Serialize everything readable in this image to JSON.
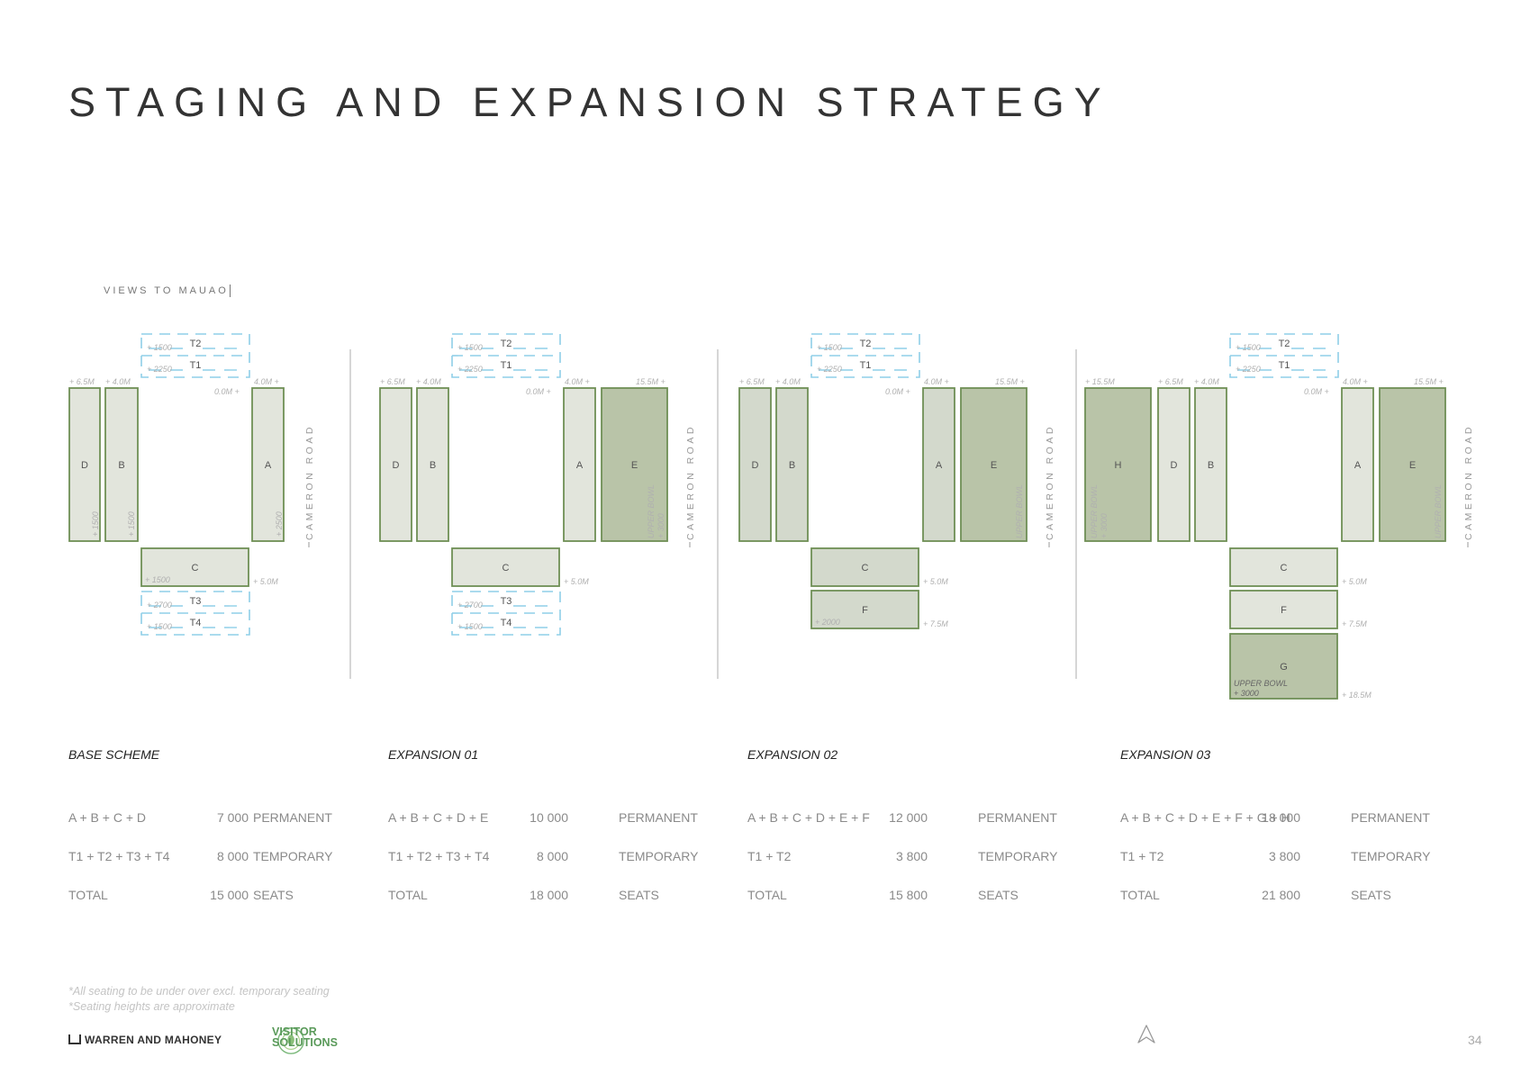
{
  "page": {
    "title": "STAGING AND EXPANSION STRATEGY",
    "views_label": "VIEWS TO MAUAO",
    "road_label": "CAMERON ROAD",
    "page_number": "34"
  },
  "colors": {
    "stand_border": "#6f8f55",
    "stand_fill_permanent": "#e2e5dc",
    "stand_fill_shaded": "#d3d9cc",
    "stand_fill_upper_bowl": "#b9c4a8",
    "temporary_dashed": "#8fcfe8",
    "divider": "#c8c8c8"
  },
  "diagrams": [
    {
      "labels": {
        "D": "D",
        "B": "B",
        "A": "A",
        "C": "C",
        "T1": "T1",
        "T2": "T2",
        "T3": "T3",
        "T4": "T4",
        "T2_seats": "+ 1500",
        "T1_seats": "+ 2250",
        "T3_seats": "+ 2700",
        "T4_seats": "+ 1500",
        "D_seats": "+ 1500",
        "B_seats": "+ 1500",
        "A_seats": "+ 2500",
        "C_seats": "+ 1500",
        "D_height": "+ 6.5M",
        "B_height": "+ 4.0M",
        "A_height": "4.0M +",
        "A_ground": "0.0M +",
        "C_height": "+ 5.0M"
      }
    },
    {
      "labels": {
        "D": "D",
        "B": "B",
        "A": "A",
        "E": "E",
        "C": "C",
        "T1": "T1",
        "T2": "T2",
        "T3": "T3",
        "T4": "T4",
        "T2_seats": "+ 1500",
        "T1_seats": "+ 2250",
        "T3_seats": "+ 2700",
        "T4_seats": "+ 1500",
        "E_sub": "UPPER BOWL",
        "E_seats": "+ 3000",
        "D_height": "+ 6.5M",
        "B_height": "+ 4.0M",
        "A_height": "4.0M +",
        "A_ground": "0.0M +",
        "E_height": "15.5M +",
        "C_height": "+ 5.0M"
      }
    },
    {
      "labels": {
        "D": "D",
        "B": "B",
        "A": "A",
        "E": "E",
        "C": "C",
        "F": "F",
        "T1": "T1",
        "T2": "T2",
        "T2_seats": "+ 1500",
        "T1_seats": "+ 2250",
        "E_sub": "UPPER BOWL",
        "F_seats": "+ 2000",
        "D_height": "+ 6.5M",
        "B_height": "+ 4.0M",
        "A_height": "4.0M +",
        "A_ground": "0.0M +",
        "E_height": "15.5M +",
        "C_height": "+ 5.0M",
        "F_height": "+ 7.5M"
      }
    },
    {
      "labels": {
        "H": "H",
        "D": "D",
        "B": "B",
        "A": "A",
        "E": "E",
        "C": "C",
        "F": "F",
        "G": "G",
        "T1": "T1",
        "T2": "T2",
        "T2_seats": "+ 1500",
        "T1_seats": "+ 2250",
        "H_sub": "UPPER BOWL",
        "H_seats": "+ 3000",
        "E_sub": "UPPER BOWL",
        "G_sub": "UPPER BOWL",
        "G_seats": "+ 3000",
        "H_height": "+ 15.5M",
        "D_height": "+ 6.5M",
        "B_height": "+ 4.0M",
        "A_height": "4.0M +",
        "A_ground": "0.0M +",
        "E_height": "15.5M +",
        "C_height": "+ 5.0M",
        "F_height": "+ 7.5M",
        "G_height": "+ 18.5M"
      }
    }
  ],
  "schemes": [
    {
      "title": "BASE SCHEME",
      "rows": [
        {
          "formula": "A + B + C + D",
          "value": "7 000",
          "kind": "PERMANENT"
        },
        {
          "formula": "T1 + T2 + T3 + T4",
          "value": "8 000",
          "kind": "TEMPORARY"
        },
        {
          "formula": "TOTAL",
          "value": "15 000",
          "kind": "SEATS"
        }
      ]
    },
    {
      "title": "EXPANSION 01",
      "rows": [
        {
          "formula": "A + B + C + D + E",
          "value": "10 000",
          "kind": "PERMANENT"
        },
        {
          "formula": "T1 + T2 + T3 + T4",
          "value": "8 000",
          "kind": "TEMPORARY"
        },
        {
          "formula": "TOTAL",
          "value": "18 000",
          "kind": "SEATS"
        }
      ]
    },
    {
      "title": "EXPANSION 02",
      "rows": [
        {
          "formula": "A + B + C + D + E + F",
          "value": "12 000",
          "kind": "PERMANENT"
        },
        {
          "formula": "T1 + T2",
          "value": "3 800",
          "kind": "TEMPORARY"
        },
        {
          "formula": "TOTAL",
          "value": "15 800",
          "kind": "SEATS"
        }
      ]
    },
    {
      "title": "EXPANSION 03",
      "rows": [
        {
          "formula": "A + B + C + D + E + F + G + H",
          "value": "18 000",
          "kind": "PERMANENT"
        },
        {
          "formula": "T1 + T2",
          "value": "3 800",
          "kind": "TEMPORARY"
        },
        {
          "formula": "TOTAL",
          "value": "21 800",
          "kind": "SEATS"
        }
      ]
    }
  ],
  "footnotes": [
    "*All seating to be under over excl. temporary seating",
    "*Seating heights are approximate"
  ],
  "logos": {
    "warren": "WARREN AND MAHONEY",
    "visitor_line1": "VISITOR",
    "visitor_line2": "SOLUTIONS"
  }
}
